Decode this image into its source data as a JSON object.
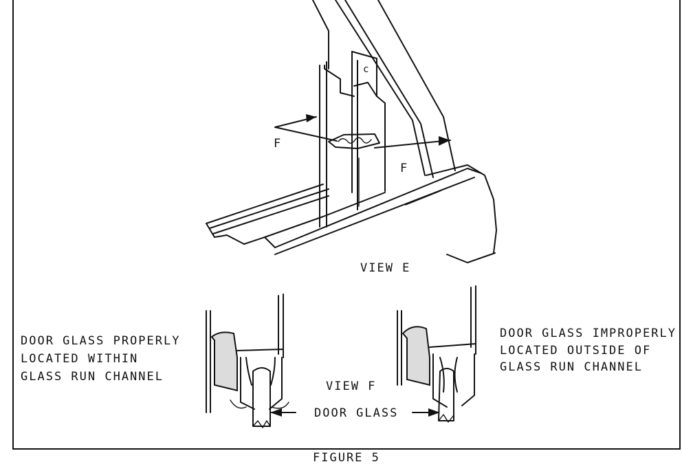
{
  "labels": {
    "view_e": "VIEW E",
    "view_f": "VIEW F",
    "door_glass": "DOOR GLASS",
    "figure": "FIGURE 5",
    "f_left": "F",
    "f_right": "F",
    "proper": [
      "DOOR GLASS PROPERLY",
      "LOCATED WITHIN",
      "GLASS RUN CHANNEL"
    ],
    "improper": [
      "DOOR GLASS IMPROPERLY",
      "LOCATED OUTSIDE OF",
      "GLASS RUN CHANNEL"
    ],
    "channel_mark": "c"
  }
}
